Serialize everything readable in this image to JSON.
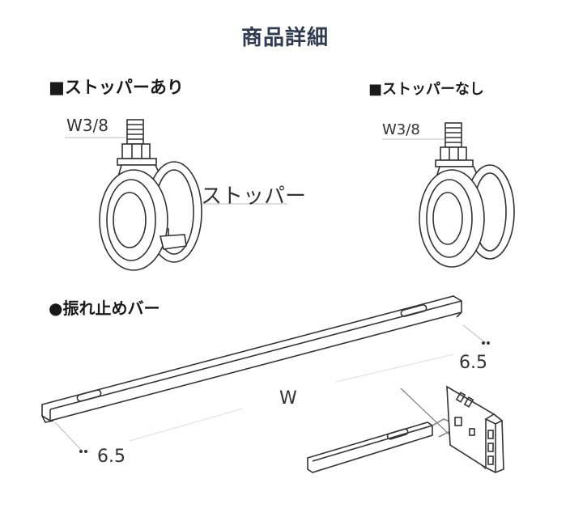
{
  "title": "商品詳細",
  "sections": {
    "with_stopper": {
      "label": "■ストッパーあり",
      "thread_label": "W3/8",
      "stopper_callout": "ストッパー"
    },
    "without_stopper": {
      "label": "■ストッパーなし",
      "thread_label": "W3/8"
    },
    "anti_sway_bar": {
      "label": "●振れ止めバー",
      "dimension_right": "6.5",
      "dimension_left": "6.5",
      "width_label": "W"
    }
  },
  "colors": {
    "title": "#2f3b52",
    "line": "#333333",
    "leader": "#bbbbbb"
  }
}
